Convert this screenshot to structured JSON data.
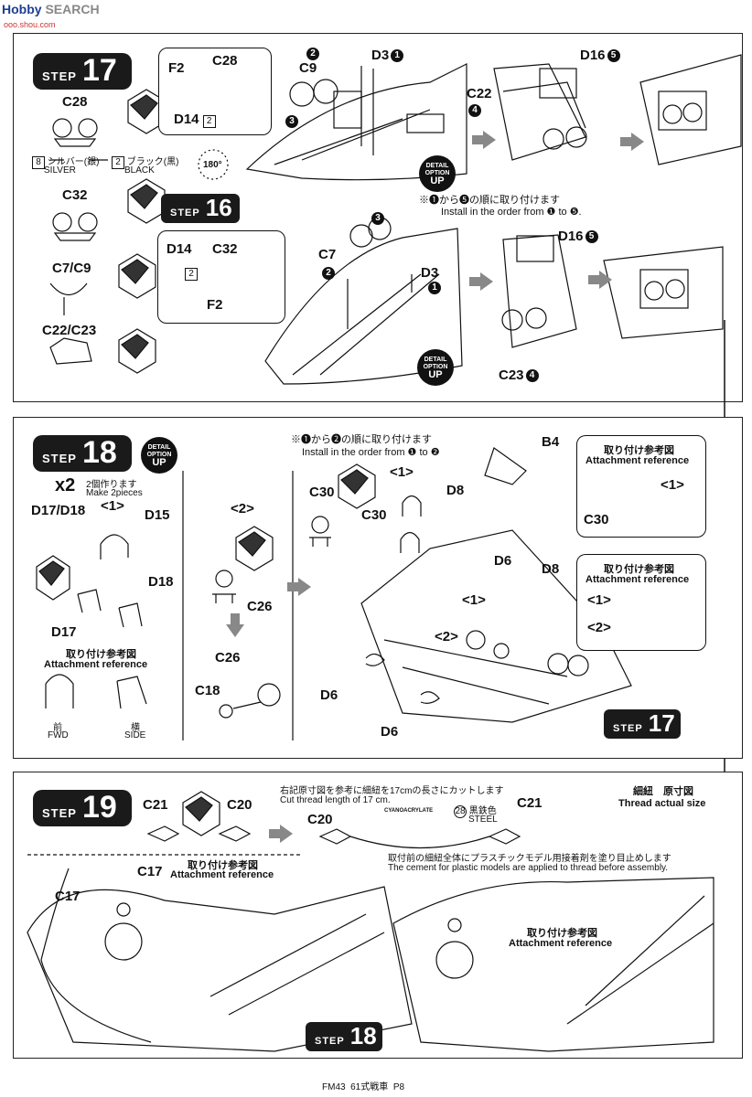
{
  "watermark": {
    "brand": "Hobby",
    "search": "SEARCH",
    "url": "ooo.shou.com"
  },
  "step17": {
    "label": "STEP",
    "number": "17",
    "sidebar": {
      "c28": "C28",
      "silver_jp": "シルバー(銀)",
      "silver_en": "SILVER",
      "black_jp": "ブラック(黒)",
      "black_en": "BLACK",
      "color8": "8",
      "color2": "2",
      "c32": "C32",
      "c7c9": "C7/C9",
      "c22c23": "C22/C23"
    },
    "inset": {
      "f2": "F2",
      "c28": "C28",
      "d14": "D14",
      "sq2": "2",
      "num3": "3"
    },
    "rot": "180°",
    "labels": {
      "c9": "C9",
      "c9_num": "2",
      "d3": "D3",
      "d3_num": "1",
      "d16": "D16",
      "d16_num": "5",
      "c22": "C22",
      "c22_num": "4"
    },
    "order_jp": "※❶から❺の順に取り付けます",
    "order_en": "Install in the order from ❶ to ❺."
  },
  "step16": {
    "label": "STEP",
    "number": "16",
    "inset": {
      "d14": "D14",
      "c32": "C32",
      "f2": "F2",
      "sq2": "2",
      "num3": "3"
    },
    "labels": {
      "c7": "C7",
      "c7_num": "2",
      "d3": "D3",
      "d3_num": "1",
      "d16": "D16",
      "d16_num": "5",
      "c23": "C23",
      "c23_num": "4"
    }
  },
  "detail_badge": {
    "top": "DETAIL",
    "mid": "OPTION",
    "bot": "UP"
  },
  "step18": {
    "label": "STEP",
    "number": "18",
    "x2": "x2",
    "make_jp": "2個作ります",
    "make_en": "Make 2pieces",
    "d17d18": "D17/D18",
    "one": "<1>",
    "d15": "D15",
    "d18": "D18",
    "d17": "D17",
    "ref_jp": "取り付け参考図",
    "ref_en": "Attachment reference",
    "fwd_jp": "前",
    "fwd_en": "FWD",
    "side_jp": "横",
    "side_en": "SIDE",
    "two": "<2>",
    "c26a": "C26",
    "c26b": "C26",
    "c18": "C18",
    "order_jp": "※❶から❷の順に取り付けます",
    "order_en": "Install in the order from ❶ to ❷",
    "c30a": "C30",
    "c30b": "C30",
    "b4": "B4",
    "d8a": "D8",
    "d8b": "D8",
    "d6a": "D6",
    "d6b": "D6",
    "d6c": "D6",
    "one_b": "<1>",
    "one_c": "<1>",
    "two_b": "<2>",
    "ref1_jp": "取り付け参考図",
    "ref1_en": "Attachment reference",
    "ref1_one": "<1>",
    "ref1_c30": "C30",
    "ref2_jp": "取り付け参考図",
    "ref2_en": "Attachment reference",
    "ref2_one": "<1>",
    "ref2_two": "<2>",
    "step17_label": "STEP",
    "step17_number": "17"
  },
  "step19": {
    "label": "STEP",
    "number": "19",
    "c21": "C21",
    "c20": "C20",
    "c20b": "C20",
    "c21b": "C21",
    "cut_jp": "右記原寸図を参考に細紐を17cmの長さにカットします",
    "cut_en": "Cut thread length of 17 cm.",
    "thread_jp": "細紐　原寸図",
    "thread_en": "Thread actual size",
    "steel_jp": "黒鉄色",
    "steel_en": "STEEL",
    "steel_num": "28",
    "cyano": "CYANOACRYLATE",
    "cement_jp": "取付前の細紐全体にプラスチックモデル用接着剤を塗り目止めします",
    "cement_en": "The cement for plastic models are applied to thread before assembly.",
    "c17": "C17",
    "c17b": "C17",
    "ref_jp": "取り付け参考図",
    "ref_en": "Attachment reference",
    "ref2_jp": "取り付け参考図",
    "ref2_en": "Attachment reference",
    "step18_label": "STEP",
    "step18_number": "18"
  },
  "footer": {
    "code": "FM43",
    "title": "61式戦車",
    "page": "P8"
  }
}
